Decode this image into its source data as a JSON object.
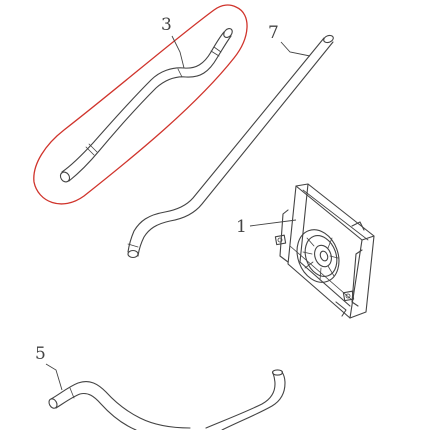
{
  "diagram": {
    "callouts": [
      {
        "id": "part-3",
        "label": "3"
      },
      {
        "id": "part-7",
        "label": "7"
      },
      {
        "id": "part-1",
        "label": "1"
      },
      {
        "id": "part-5",
        "label": "5"
      }
    ],
    "highlighted_part": "3",
    "highlight_color": "#d0342c",
    "line_color": "#444444",
    "background": "#ffffff"
  }
}
